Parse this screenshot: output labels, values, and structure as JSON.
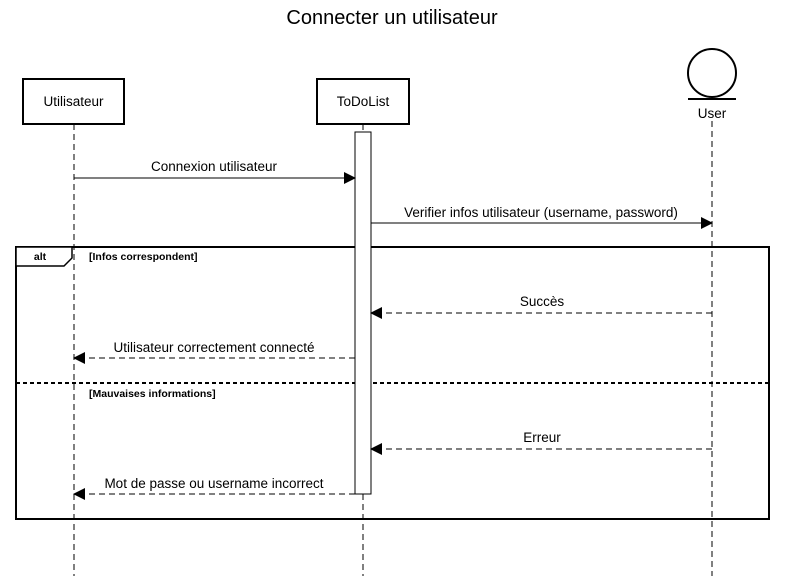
{
  "title": "Connecter un utilisateur",
  "participants": {
    "utilisateur": "Utilisateur",
    "todolist": "ToDoList",
    "user": "User"
  },
  "messages": {
    "connexion": "Connexion utilisateur",
    "verifier": "Verifier infos utilisateur (username, password)",
    "succes": "Succès",
    "connecte": "Utilisateur correctement connecté",
    "erreur": "Erreur",
    "incorrect": "Mot de passe ou username incorrect"
  },
  "fragment": {
    "operator": "alt",
    "guard1": "[Infos correspondent]",
    "guard2": "[Mauvaises informations]"
  }
}
